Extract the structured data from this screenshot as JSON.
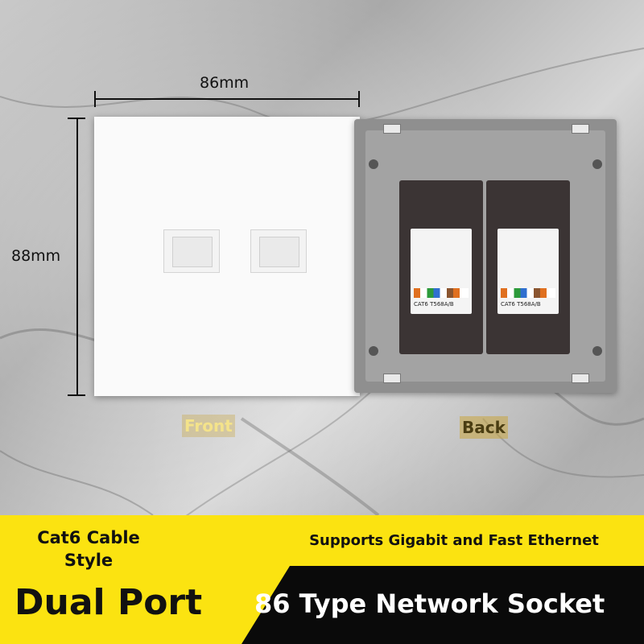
{
  "dimensions": {
    "width_label": "86mm",
    "height_label": "88mm"
  },
  "captions": {
    "front": "Front",
    "back": "Back"
  },
  "module_label": "CAT6 T568A/B",
  "banner": {
    "cable_style": "Cat6 Cable Style",
    "supports": "Supports Gigabit and Fast Ethernet",
    "product_short": "Dual Port",
    "product_long": "86 Type Network Socket"
  },
  "colors": {
    "banner_yellow": "#fbe311",
    "banner_black": "#0a0a0a",
    "caption_highlight": "#c9a640"
  }
}
